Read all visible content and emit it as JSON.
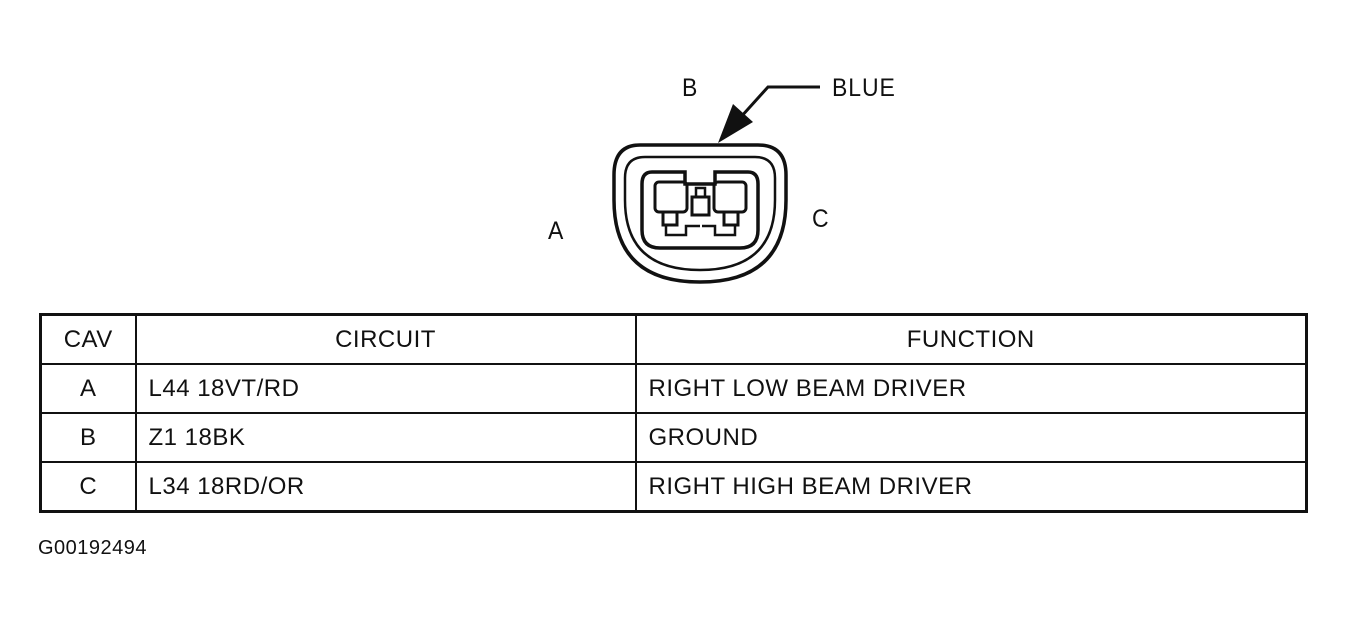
{
  "diagram": {
    "label_b": "B",
    "label_color": "BLUE",
    "label_a": "A",
    "label_c": "C"
  },
  "table": {
    "headers": [
      "CAV",
      "CIRCUIT",
      "FUNCTION"
    ],
    "rows": [
      {
        "cav": "A",
        "circuit": "L44 18VT/RD",
        "function": "RIGHT LOW BEAM DRIVER"
      },
      {
        "cav": "B",
        "circuit": "Z1 18BK",
        "function": "GROUND"
      },
      {
        "cav": "C",
        "circuit": "L34 18RD/OR",
        "function": "RIGHT HIGH BEAM DRIVER"
      }
    ]
  },
  "figure_id": "G00192494"
}
